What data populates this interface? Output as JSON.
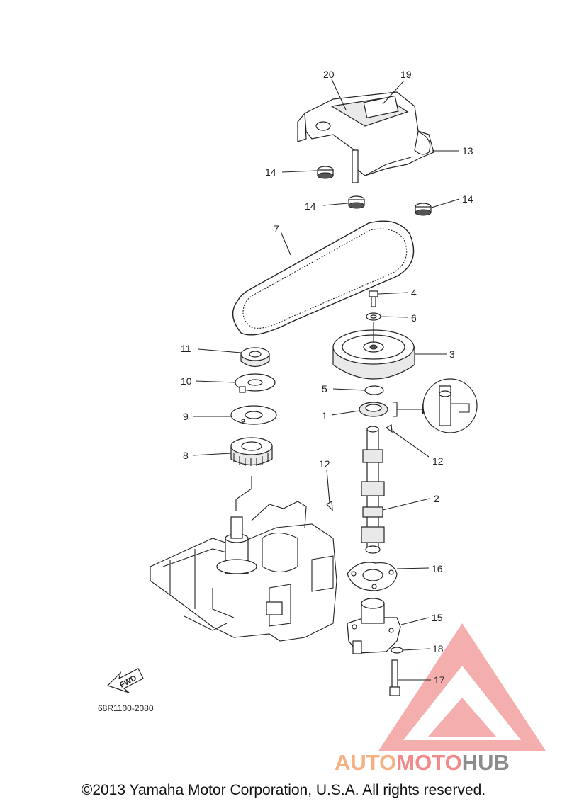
{
  "diagram_code": "68R1100-2080",
  "fwd_label": "FWD",
  "copyright": "©2013 Yamaha Motor Corporation, U.S.A. All rights reserved.",
  "watermark": {
    "part1": "AUTO",
    "part2": "MOTO",
    "part3": "HUB",
    "color_auto": "#f4b183",
    "color_moto": "#f28a8a",
    "color_hub": "#8c8c8c"
  },
  "callouts": [
    {
      "id": "20",
      "label": "20"
    },
    {
      "id": "19",
      "label": "19"
    },
    {
      "id": "13",
      "label": "13"
    },
    {
      "id": "14a",
      "label": "14"
    },
    {
      "id": "14b",
      "label": "14"
    },
    {
      "id": "14c",
      "label": "14"
    },
    {
      "id": "7",
      "label": "7"
    },
    {
      "id": "4",
      "label": "4"
    },
    {
      "id": "6",
      "label": "6"
    },
    {
      "id": "3",
      "label": "3"
    },
    {
      "id": "11",
      "label": "11"
    },
    {
      "id": "10",
      "label": "10"
    },
    {
      "id": "5",
      "label": "5"
    },
    {
      "id": "1",
      "label": "1"
    },
    {
      "id": "9",
      "label": "9"
    },
    {
      "id": "12a",
      "label": "12"
    },
    {
      "id": "8",
      "label": "8"
    },
    {
      "id": "12b",
      "label": "12"
    },
    {
      "id": "2",
      "label": "2"
    },
    {
      "id": "16",
      "label": "16"
    },
    {
      "id": "15",
      "label": "15"
    },
    {
      "id": "18",
      "label": "18"
    },
    {
      "id": "17",
      "label": "17"
    }
  ]
}
